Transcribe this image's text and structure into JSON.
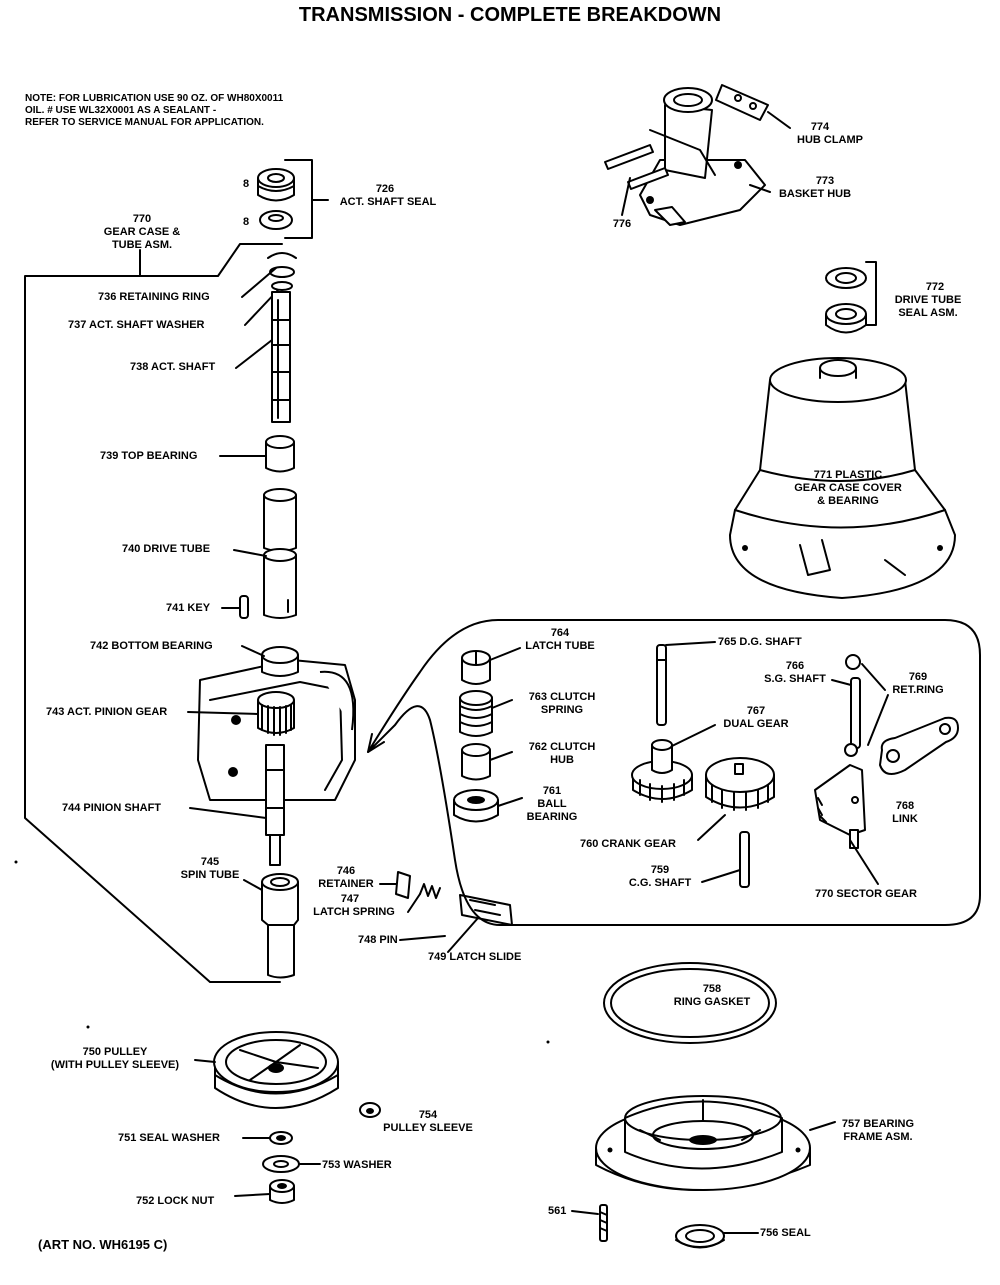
{
  "title": "TRANSMISSION - COMPLETE BREAKDOWN",
  "note": [
    "NOTE: FOR LUBRICATION USE 90 OZ. OF WH80X0011",
    "OIL. # USE WL32X0001 AS A SEALANT -",
    "REFER TO SERVICE MANUAL FOR APPLICATION."
  ],
  "art_no": "(ART NO. WH6195 C)",
  "labels": {
    "hub_clamp_num": "774",
    "hub_clamp": "HUB CLAMP",
    "basket_hub_num": "773",
    "basket_hub": "BASKET HUB",
    "p776": "776",
    "drive_tube_seal_num": "772",
    "drive_tube_seal_1": "DRIVE TUBE",
    "drive_tube_seal_2": "SEAL ASM.",
    "gear_case_cover_1": "771 PLASTIC",
    "gear_case_cover_2": "GEAR CASE COVER",
    "gear_case_cover_3": "& BEARING",
    "act_shaft_seal_num": "726",
    "act_shaft_seal": "ACT. SHAFT SEAL",
    "gear_case_num": "770",
    "gear_case_1": "GEAR CASE &",
    "gear_case_2": "TUBE ASM.",
    "retaining_ring": "736 RETAINING RING",
    "act_shaft_washer": "737  ACT. SHAFT WASHER",
    "act_shaft": "738 ACT. SHAFT",
    "top_bearing": "739 TOP BEARING",
    "drive_tube": "740 DRIVE TUBE",
    "key": "741 KEY",
    "bottom_bearing": "742 BOTTOM BEARING",
    "act_pinion_gear": "743 ACT. PINION GEAR",
    "pinion_shaft": "744 PINION SHAFT",
    "spin_tube_num": "745",
    "spin_tube": "SPIN TUBE",
    "retainer_num": "746",
    "retainer": "RETAINER",
    "latch_spring_num": "747",
    "latch_spring": "LATCH SPRING",
    "pin": "748 PIN",
    "latch_slide": "749 LATCH SLIDE",
    "latch_tube_num": "764",
    "latch_tube": "LATCH TUBE",
    "clutch_spring_num": "763 CLUTCH",
    "clutch_spring": "SPRING",
    "clutch_hub_num": "762 CLUTCH",
    "clutch_hub": "HUB",
    "ball_bearing_num": "761",
    "ball_bearing_1": "BALL",
    "ball_bearing_2": "BEARING",
    "dg_shaft": "765 D.G. SHAFT",
    "dual_gear_num": "767",
    "dual_gear": "DUAL GEAR",
    "sg_shaft_num": "766",
    "sg_shaft": "S.G. SHAFT",
    "retring_num": "769",
    "retring": "RET.RING",
    "link_num": "768",
    "link": "LINK",
    "crank_gear": "760 CRANK GEAR",
    "cg_shaft_num": "759",
    "cg_shaft": "C.G. SHAFT",
    "sector_gear": "770 SECTOR GEAR",
    "ring_gasket_num": "758",
    "ring_gasket": "RING GASKET",
    "pulley_1": "750 PULLEY",
    "pulley_2": "(WITH PULLEY SLEEVE)",
    "pulley_sleeve_num": "754",
    "pulley_sleeve": "PULLEY SLEEVE",
    "seal_washer": "751 SEAL WASHER",
    "washer": "753 WASHER",
    "lock_nut": "752 LOCK NUT",
    "bearing_frame_1": "757 BEARING",
    "bearing_frame_2": "FRAME ASM.",
    "p561": "561",
    "seal": "756 SEAL",
    "s1": "8",
    "s2": "8"
  }
}
